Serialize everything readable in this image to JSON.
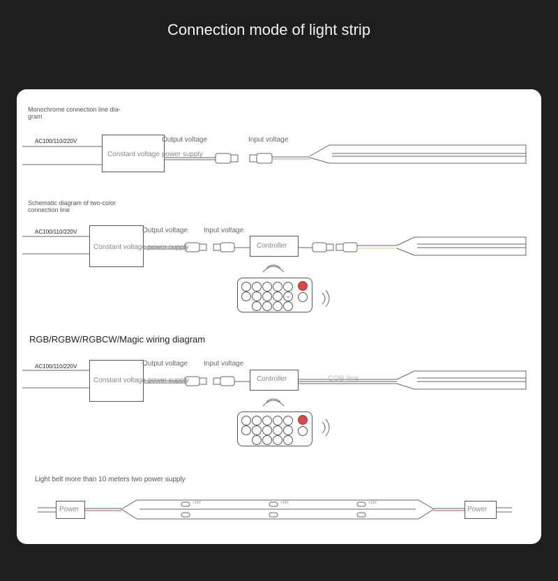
{
  "title": "Connection mode of light strip",
  "sections": {
    "mono": {
      "heading": "Monochrome connection line dia-\ngram",
      "ac": "AC100/110/220V",
      "psu_label": "Constant voltage power supply",
      "output_label": "Output voltage",
      "input_label": "Input voltage"
    },
    "twocolor": {
      "heading": "Schematic diagram of two-color\nconnection line",
      "ac": "AC100/110/220V",
      "psu_label": "Constant voltage power supply",
      "output_label": "Output voltage",
      "input_label": "Input voltage",
      "controller_label": "Controller"
    },
    "rgb": {
      "heading": "RGB/RGBW/RGBCW/Magic wiring diagram",
      "ac": "AC100/110/220V",
      "psu_label": "Constant voltage power supply",
      "output_label": "Output voltage",
      "input_label": "Input voltage",
      "controller_label": "Controller",
      "watermark": "COB line"
    },
    "long": {
      "heading": "Light belt more than 10 meters two power supply",
      "left_power": "Power",
      "right_power": "Power",
      "plus_label": "+12V"
    }
  }
}
